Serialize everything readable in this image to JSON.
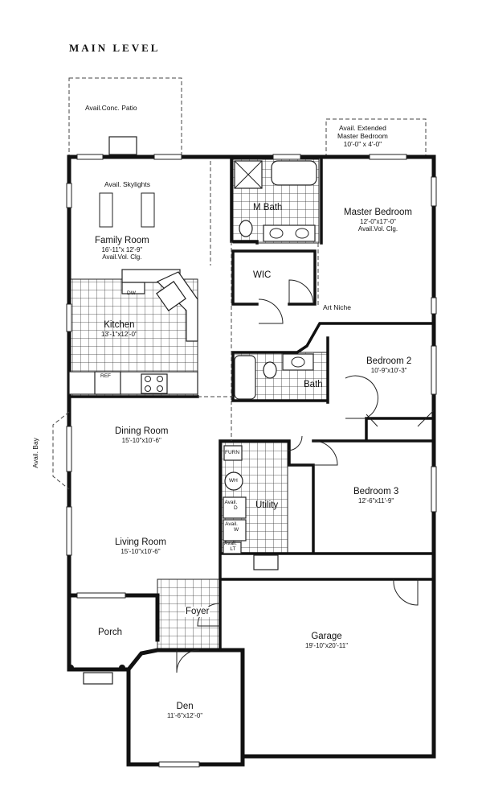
{
  "title": "MAIN LEVEL",
  "rooms": {
    "family": {
      "name": "Family Room",
      "dims": "16'-11\"x 12'-9\"",
      "note": "Avail.Vol. Clg."
    },
    "kitchen": {
      "name": "Kitchen",
      "dims": "13'-1\"x12'-0\""
    },
    "master": {
      "name": "Master Bedroom",
      "dims": "12'-0\"x17'-0\"",
      "note": "Avail.Vol. Clg."
    },
    "mbath": {
      "name": "M Bath"
    },
    "wic": {
      "name": "WIC"
    },
    "bath": {
      "name": "Bath"
    },
    "bedroom2": {
      "name": "Bedroom 2",
      "dims": "10'-9\"x10'-3\""
    },
    "bedroom3": {
      "name": "Bedroom 3",
      "dims": "12'-6\"x11'-9\""
    },
    "dining": {
      "name": "Dining Room",
      "dims": "15'-10\"x10'-6\""
    },
    "living": {
      "name": "Living Room",
      "dims": "15'-10\"x10'-6\""
    },
    "utility": {
      "name": "Utility"
    },
    "foyer": {
      "name": "Foyer"
    },
    "porch": {
      "name": "Porch"
    },
    "garage": {
      "name": "Garage",
      "dims": "19'-10\"x20'-11\""
    },
    "den": {
      "name": "Den",
      "dims": "11'-6\"x12'-0\""
    }
  },
  "notes": {
    "patio": "Avail.Conc. Patio",
    "skylights": "Avail. Skylights",
    "extended_line1": "Avail. Extended",
    "extended_line2": "Master Bedroom",
    "extended_line3": "10'-0\" x 4'-0\"",
    "art_niche": "Art Niche",
    "bay": "Avail. Bay"
  },
  "fixtures": {
    "dw": "DW",
    "ref": "REF",
    "furn": "FURN",
    "wh": "WH",
    "avail_d_1": "Avail.",
    "avail_d_2": "D",
    "avail_w_1": "Avail.",
    "avail_w_2": "W",
    "avail_lt_1": "Avail.",
    "avail_lt_2": "LT"
  }
}
